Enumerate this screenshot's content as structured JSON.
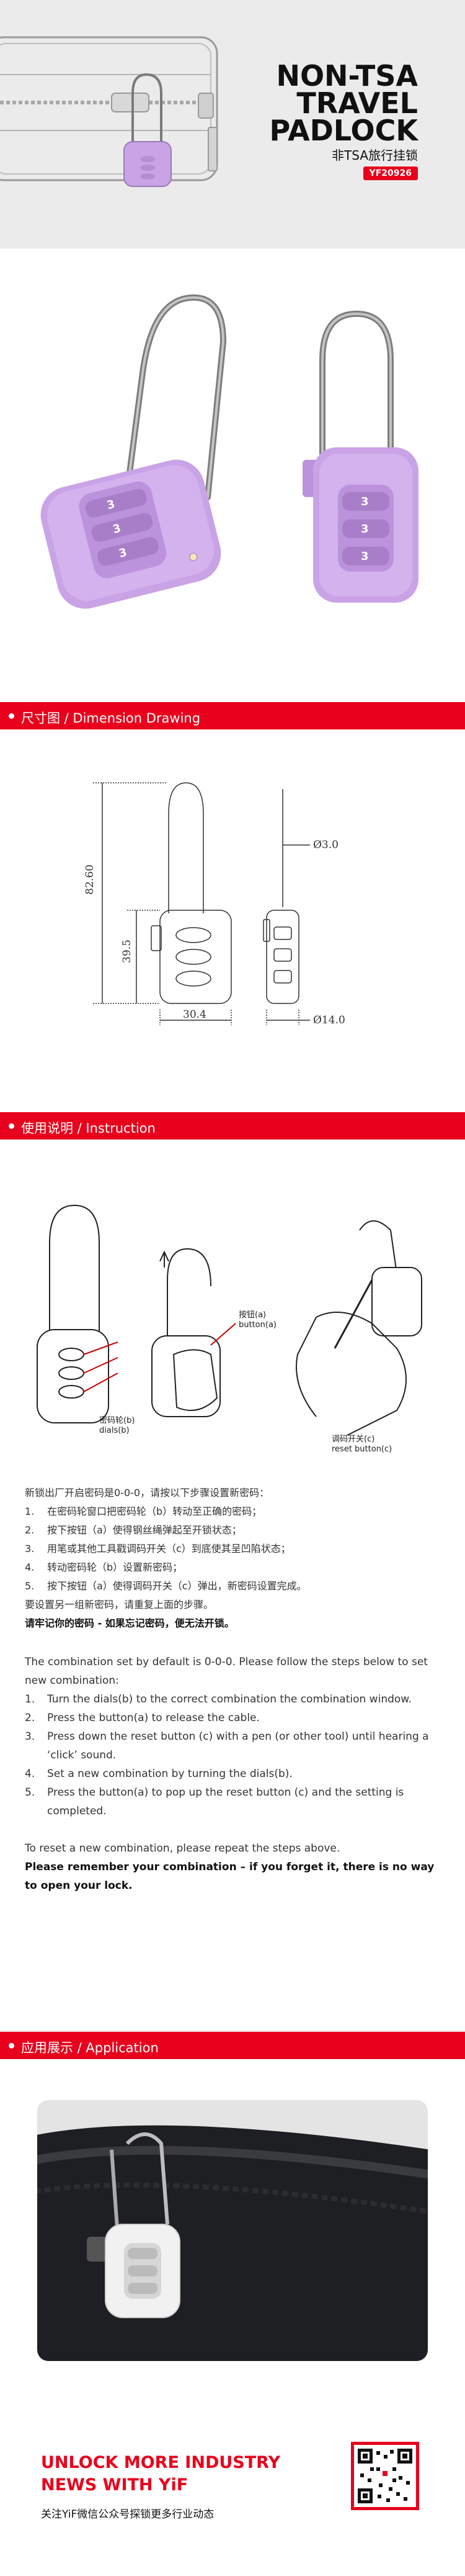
{
  "hero": {
    "title_lines": [
      "NON-TSA",
      "TRAVEL",
      "PADLOCK"
    ],
    "subtitle": "非TSA旅行挂锁",
    "model_code": "YF20926"
  },
  "colors": {
    "accent": "#e8001c",
    "lock_body": "#c9a3e6",
    "hero_bg": "#ebebeb"
  },
  "sections": {
    "dimension": "尺寸图 / Dimension Drawing",
    "instruction": "使用说明 / Instruction",
    "application": "应用展示 / Application"
  },
  "dimensions": {
    "height_total": "82.60",
    "height_body": "39.5",
    "width_body": "30.4",
    "cable_dia": "Ø3.0",
    "depth": "Ø14.0"
  },
  "instruction_labels": {
    "dials": "密码轮(b)",
    "dials_en": "dials(b)",
    "button": "按钮(a)",
    "button_en": "button(a)",
    "reset": "调码开关(c)",
    "reset_en": "reset button(c)"
  },
  "steps_cn": {
    "intro": "新锁出厂开启密码是0-0-0，请按以下步骤设置新密码：",
    "items": [
      {
        "n": "1.",
        "text": "在密码轮窗口把密码轮（b）转动至正确的密码；"
      },
      {
        "n": "2.",
        "text": "按下按钮（a）使得钢丝绳弹起至开锁状态；"
      },
      {
        "n": "3.",
        "text": "用笔或其他工具戳调码开关（c）到底使其呈凹陷状态；"
      },
      {
        "n": "4.",
        "text": "转动密码轮（b）设置新密码；"
      },
      {
        "n": "5.",
        "text": "按下按钮（a）使得调码开关（c）弹出，新密码设置完成。"
      }
    ],
    "repeat": "要设置另一组新密码，请重复上面的步骤。",
    "warning": "请牢记你的密码 - 如果忘记密码，便无法开锁。"
  },
  "steps_en": {
    "intro": "The combination set by default is 0-0-0. Please follow the steps below to set new combination:",
    "items": [
      {
        "n": "1.",
        "text": "Turn the dials(b) to the correct combination the combination window."
      },
      {
        "n": "2.",
        "text": "Press the button(a) to release the cable."
      },
      {
        "n": "3.",
        "text": "Press down the reset button (c) with a pen (or other tool) until hearing a ‘click’ sound."
      },
      {
        "n": "4.",
        "text": "Set a new combination by turning the dials(b)."
      },
      {
        "n": "5.",
        "text": "Press the button(a) to pop up the reset button (c) and the setting is completed."
      }
    ],
    "repeat": "To reset a new combination, please repeat the steps above.",
    "warning": "Please remember your combination – if you forget it, there is no way to open your lock."
  },
  "footer": {
    "line1": "UNLOCK MORE INDUSTRY",
    "line2": "NEWS WITH YiF",
    "cn": "关注YiF微信公众号探锁更多行业动态"
  }
}
